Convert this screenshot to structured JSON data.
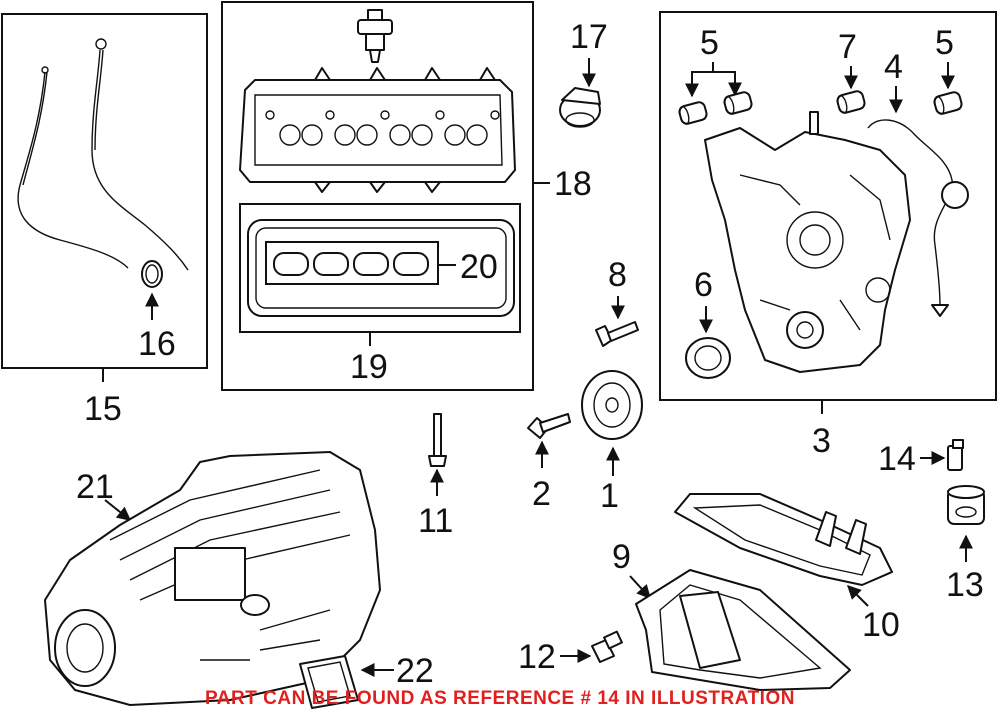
{
  "footer_note": "PART CAN BE FOUND AS REFERENCE # 14 IN ILLUSTRATION",
  "accent_color": "#e0201e",
  "callouts": {
    "c1": "1",
    "c2": "2",
    "c3": "3",
    "c4": "4",
    "c5a": "5",
    "c5b": "5",
    "c6": "6",
    "c7": "7",
    "c8": "8",
    "c9": "9",
    "c10": "10",
    "c11": "11",
    "c12": "12",
    "c13": "13",
    "c14": "14",
    "c15": "15",
    "c16": "16",
    "c17": "17",
    "c18": "18",
    "c19": "19",
    "c20": "20",
    "c21": "21",
    "c22": "22"
  }
}
